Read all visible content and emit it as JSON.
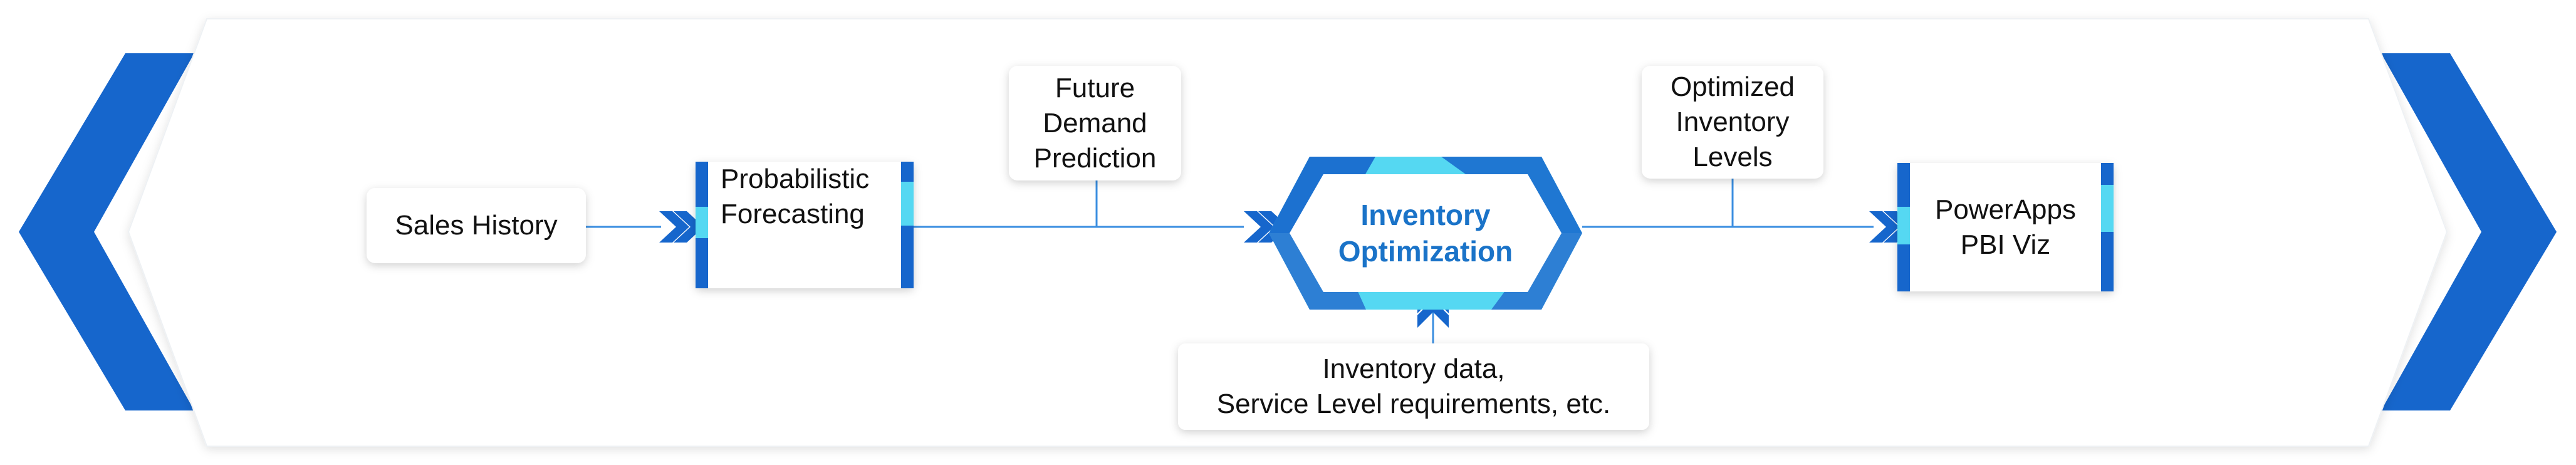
{
  "colors": {
    "primary_blue": "#1666cc",
    "accent_cyan": "#55d8f2",
    "hex_border_blue": "#2d7fd4",
    "title_blue": "#1a73c8",
    "connector": "#3a8ee0",
    "card_bg": "#ffffff",
    "banner_bg": "#ffffff"
  },
  "nodes": {
    "sales_history": {
      "label": "Sales History"
    },
    "probabilistic_forecasting": {
      "line1": "Probabilistic",
      "line2": "Forecasting"
    },
    "future_demand": {
      "line1": "Future",
      "line2": "Demand",
      "line3": "Prediction"
    },
    "inventory_optimization": {
      "line1": "Inventory",
      "line2": "Optimization"
    },
    "optimized_levels": {
      "line1": "Optimized",
      "line2": "Inventory",
      "line3": "Levels"
    },
    "powerapps": {
      "line1": "PowerApps",
      "line2": "PBI Viz"
    },
    "inventory_data": {
      "line1": "Inventory data,",
      "line2": "Service Level requirements, etc."
    }
  },
  "icons": {
    "left_chevron": "chevron-left-icon",
    "right_chevron": "chevron-right-icon",
    "flow_arrows": "double-chevron-icon"
  }
}
